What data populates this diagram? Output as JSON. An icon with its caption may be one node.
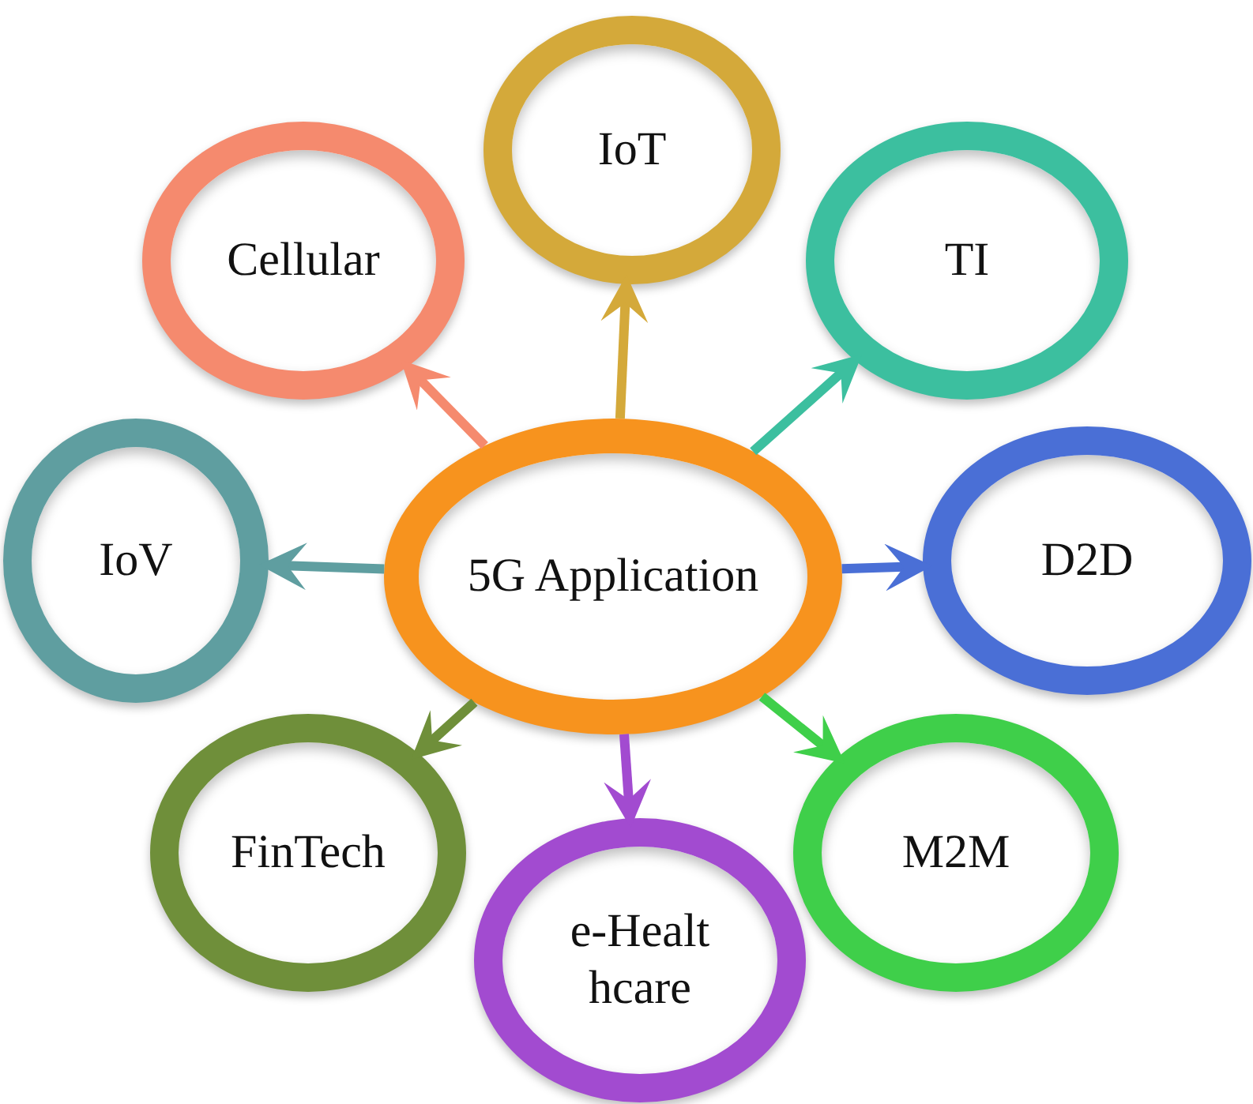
{
  "diagram": {
    "nodes": [
      {
        "text": [
          "5G Application"
        ]
      },
      {
        "text": [
          "IoT"
        ]
      },
      {
        "text": [
          "Cellular"
        ]
      },
      {
        "text": [
          "TI"
        ]
      },
      {
        "text": [
          "IoV"
        ]
      },
      {
        "text": [
          "D2D"
        ]
      },
      {
        "text": [
          "FinTech"
        ]
      },
      {
        "text": [
          "M2M"
        ]
      },
      {
        "text": [
          "e-Healthcare"
        ]
      }
    ],
    "edges": [
      {
        "from": 0,
        "to": 1,
        "arrow": "to",
        "color": "#d4a93a"
      },
      {
        "from": 0,
        "to": 2,
        "arrow": "to",
        "color": "#f58a6e"
      },
      {
        "from": 0,
        "to": 3,
        "arrow": "to",
        "color": "#3cbf9f"
      },
      {
        "from": 0,
        "to": 4,
        "arrow": "to",
        "color": "#5f9ea0"
      },
      {
        "from": 0,
        "to": 5,
        "arrow": "to",
        "color": "#4a6fd6"
      },
      {
        "from": 0,
        "to": 6,
        "arrow": "to",
        "color": "#6f8f3a"
      },
      {
        "from": 0,
        "to": 7,
        "arrow": "to",
        "color": "#3fcf4a"
      },
      {
        "from": 0,
        "to": 8,
        "arrow": "to",
        "color": "#a24bd0"
      }
    ]
  }
}
